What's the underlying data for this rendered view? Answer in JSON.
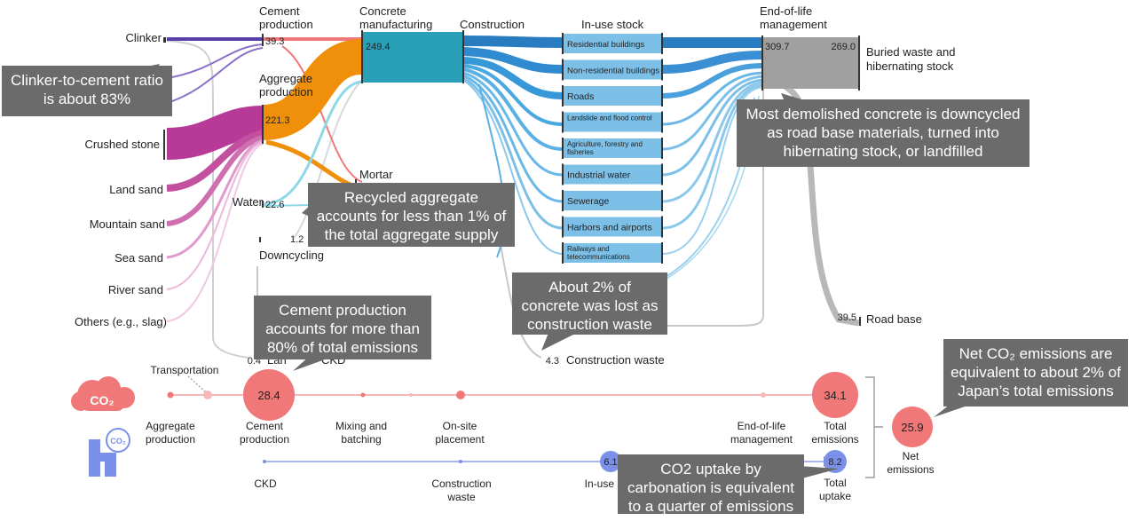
{
  "colors": {
    "clinker": "#5a3fa8",
    "cement": "#f07878",
    "aggregate": "#f0900a",
    "stone": "#b83a98",
    "water": "#8fd8e8",
    "concrete": "#2aa0b8",
    "construction": "#2a7cc0",
    "stock": "#7cc0e8",
    "eol": "#a0a0a0",
    "grey_flow": "#c8c8c8",
    "emission": "#f07878",
    "uptake": "#7b90e8",
    "callout": "#6b6b6b"
  },
  "sources": {
    "clinker": "Clinker",
    "crushed_stone": "Crushed stone",
    "land_sand": "Land sand",
    "mountain_sand": "Mountain sand",
    "sea_sand": "Sea sand",
    "river_sand": "River sand",
    "others": "Others (e.g., slag)",
    "water": "Water"
  },
  "stages": {
    "cement_production": [
      "Cement",
      "production"
    ],
    "aggregate_production": [
      "Aggregate",
      "production"
    ],
    "concrete_manufacturing": [
      "Concrete",
      "manufacturing"
    ],
    "construction": "Construction",
    "in_use_stock": "In-use stock",
    "end_of_life": [
      "End-of-life",
      "management"
    ],
    "mortar": "Mortar",
    "downcycling": "Downcycling"
  },
  "stock_categories": [
    "Residential buildings",
    "Non-residential buildings",
    "Roads",
    "Landslide and flood control",
    "Agriculture, forestry and fisheries",
    "Industrial water",
    "Sewerage",
    "Harbors and airports",
    "Railways and telecommunications"
  ],
  "values": {
    "cement": "39.3",
    "aggregate": "221.3",
    "concrete": "249.4",
    "water": "22.6",
    "recycled": "1.2",
    "eol": "309.7",
    "buried": "269.0",
    "road_base": "39.5",
    "construction_waste": "4.3",
    "cement_ckd": "0.4"
  },
  "outputs": {
    "buried": [
      "Buried waste and",
      "hibernating stock"
    ],
    "road_base": "Road base",
    "construction_waste": "Construction waste",
    "ckd_partial": "Lan",
    "ckd_tail": "CKD"
  },
  "emissions_row": {
    "labels": {
      "aggregate_production": [
        "Aggregate",
        "production"
      ],
      "transportation": "Transportation",
      "cement_production": [
        "Cement",
        "production"
      ],
      "mixing": [
        "Mixing and",
        "batching"
      ],
      "onsite": [
        "On-site",
        "placement"
      ],
      "eol": [
        "End-of-life",
        "management"
      ],
      "total": [
        "Total",
        "emissions"
      ]
    },
    "cement_value": "28.4",
    "total_value": "34.1"
  },
  "uptake_row": {
    "labels": {
      "ckd": "CKD",
      "construction_waste": [
        "Construction",
        "waste"
      ],
      "in_use": "In-use s",
      "total": [
        "Total",
        "uptake"
      ]
    },
    "in_use_value": "6.1",
    "total_value": "8.2"
  },
  "net": {
    "value": "25.9",
    "label": [
      "Net",
      "emissions"
    ]
  },
  "icons": {
    "co2_cloud_text": "CO₂",
    "co2_uptake_text": "CO₂"
  },
  "callouts": {
    "clinker_ratio": [
      "Clinker-to-cement ratio",
      "is about 83%"
    ],
    "recycled": [
      "Recycled aggregate",
      "accounts for less than 1% of",
      "the total aggregate supply"
    ],
    "demolished": [
      "Most demolished concrete is downcycled",
      "as road base materials, turned into",
      "hibernating stock, or landfilled"
    ],
    "construction_waste": [
      "About 2% of",
      "concrete was lost as",
      "construction waste"
    ],
    "cement_emissions": [
      "Cement production",
      "accounts for more than",
      "80% of total emissions"
    ],
    "net_emissions": [
      "Net CO₂ emissions are",
      "equivalent to about 2% of",
      "Japan’s total emissions"
    ],
    "uptake": [
      "CO2 uptake by",
      "carbonation is equivalent",
      "to a quarter of emissions"
    ]
  }
}
